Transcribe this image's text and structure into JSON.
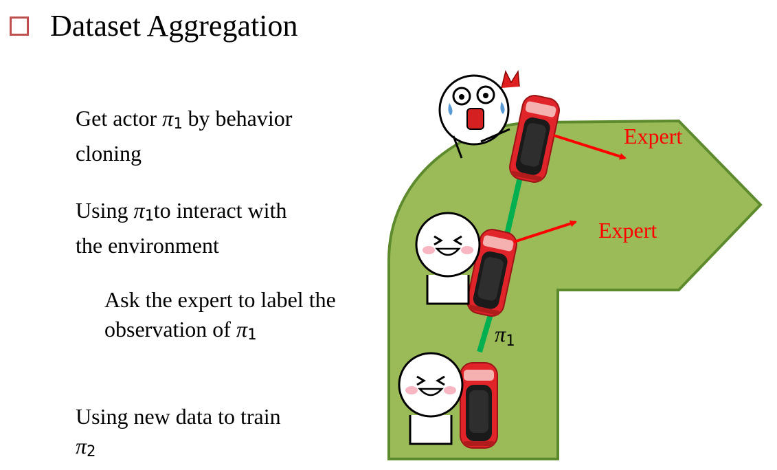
{
  "slide": {
    "title": "Dataset Aggregation",
    "items": [
      {
        "pre": "Get actor ",
        "sym": "π",
        "sub": "1",
        "post": " by behavior",
        "line2": "cloning"
      },
      {
        "pre": "Using ",
        "sym": "π",
        "sub": "1",
        "post": "to interact with",
        "line2": "the environment"
      },
      {
        "pre": "Ask the expert to label the",
        "line2_pre": "observation of ",
        "sym": "π",
        "sub": "1"
      },
      {
        "pre": "Using new data to train",
        "sym": "π",
        "sub": "2"
      }
    ]
  },
  "diagram": {
    "expert_labels": [
      "Expert",
      "Expert"
    ],
    "trajectory_label": {
      "sym": "π",
      "sub": "1"
    },
    "colors": {
      "road": "#9bbb59",
      "road_border": "#5e8a2e",
      "trajectory": "#00b050",
      "arrow": "#ff0000",
      "car": "#e0242a"
    }
  }
}
